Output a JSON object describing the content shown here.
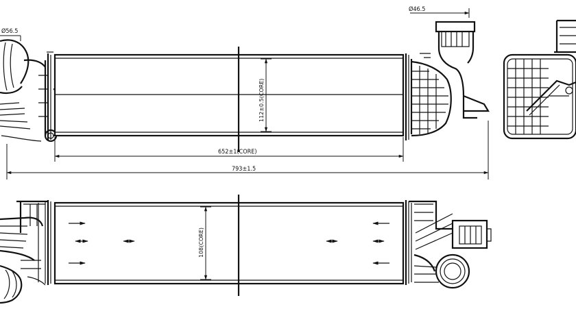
{
  "dimensions": {
    "d_left_inlet": "Ø56.5",
    "d_right_outlet": "Ø46.5",
    "core_height_top": "112±0.5(CORE)",
    "core_length": "652±1(CORE)",
    "overall_length": "793±1.5",
    "core_height_bottom": "108(CORE)"
  }
}
